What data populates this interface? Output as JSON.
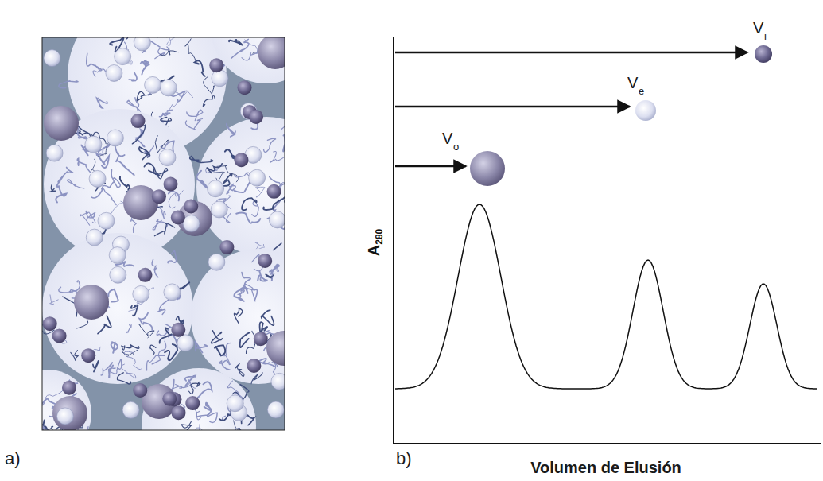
{
  "diagram": {
    "labels": [
      "a)",
      "b)",
      "V",
      "o",
      "V",
      "e",
      "V",
      "i",
      "A",
      "280",
      "Volumen de Elusión"
    ]
  }
}
